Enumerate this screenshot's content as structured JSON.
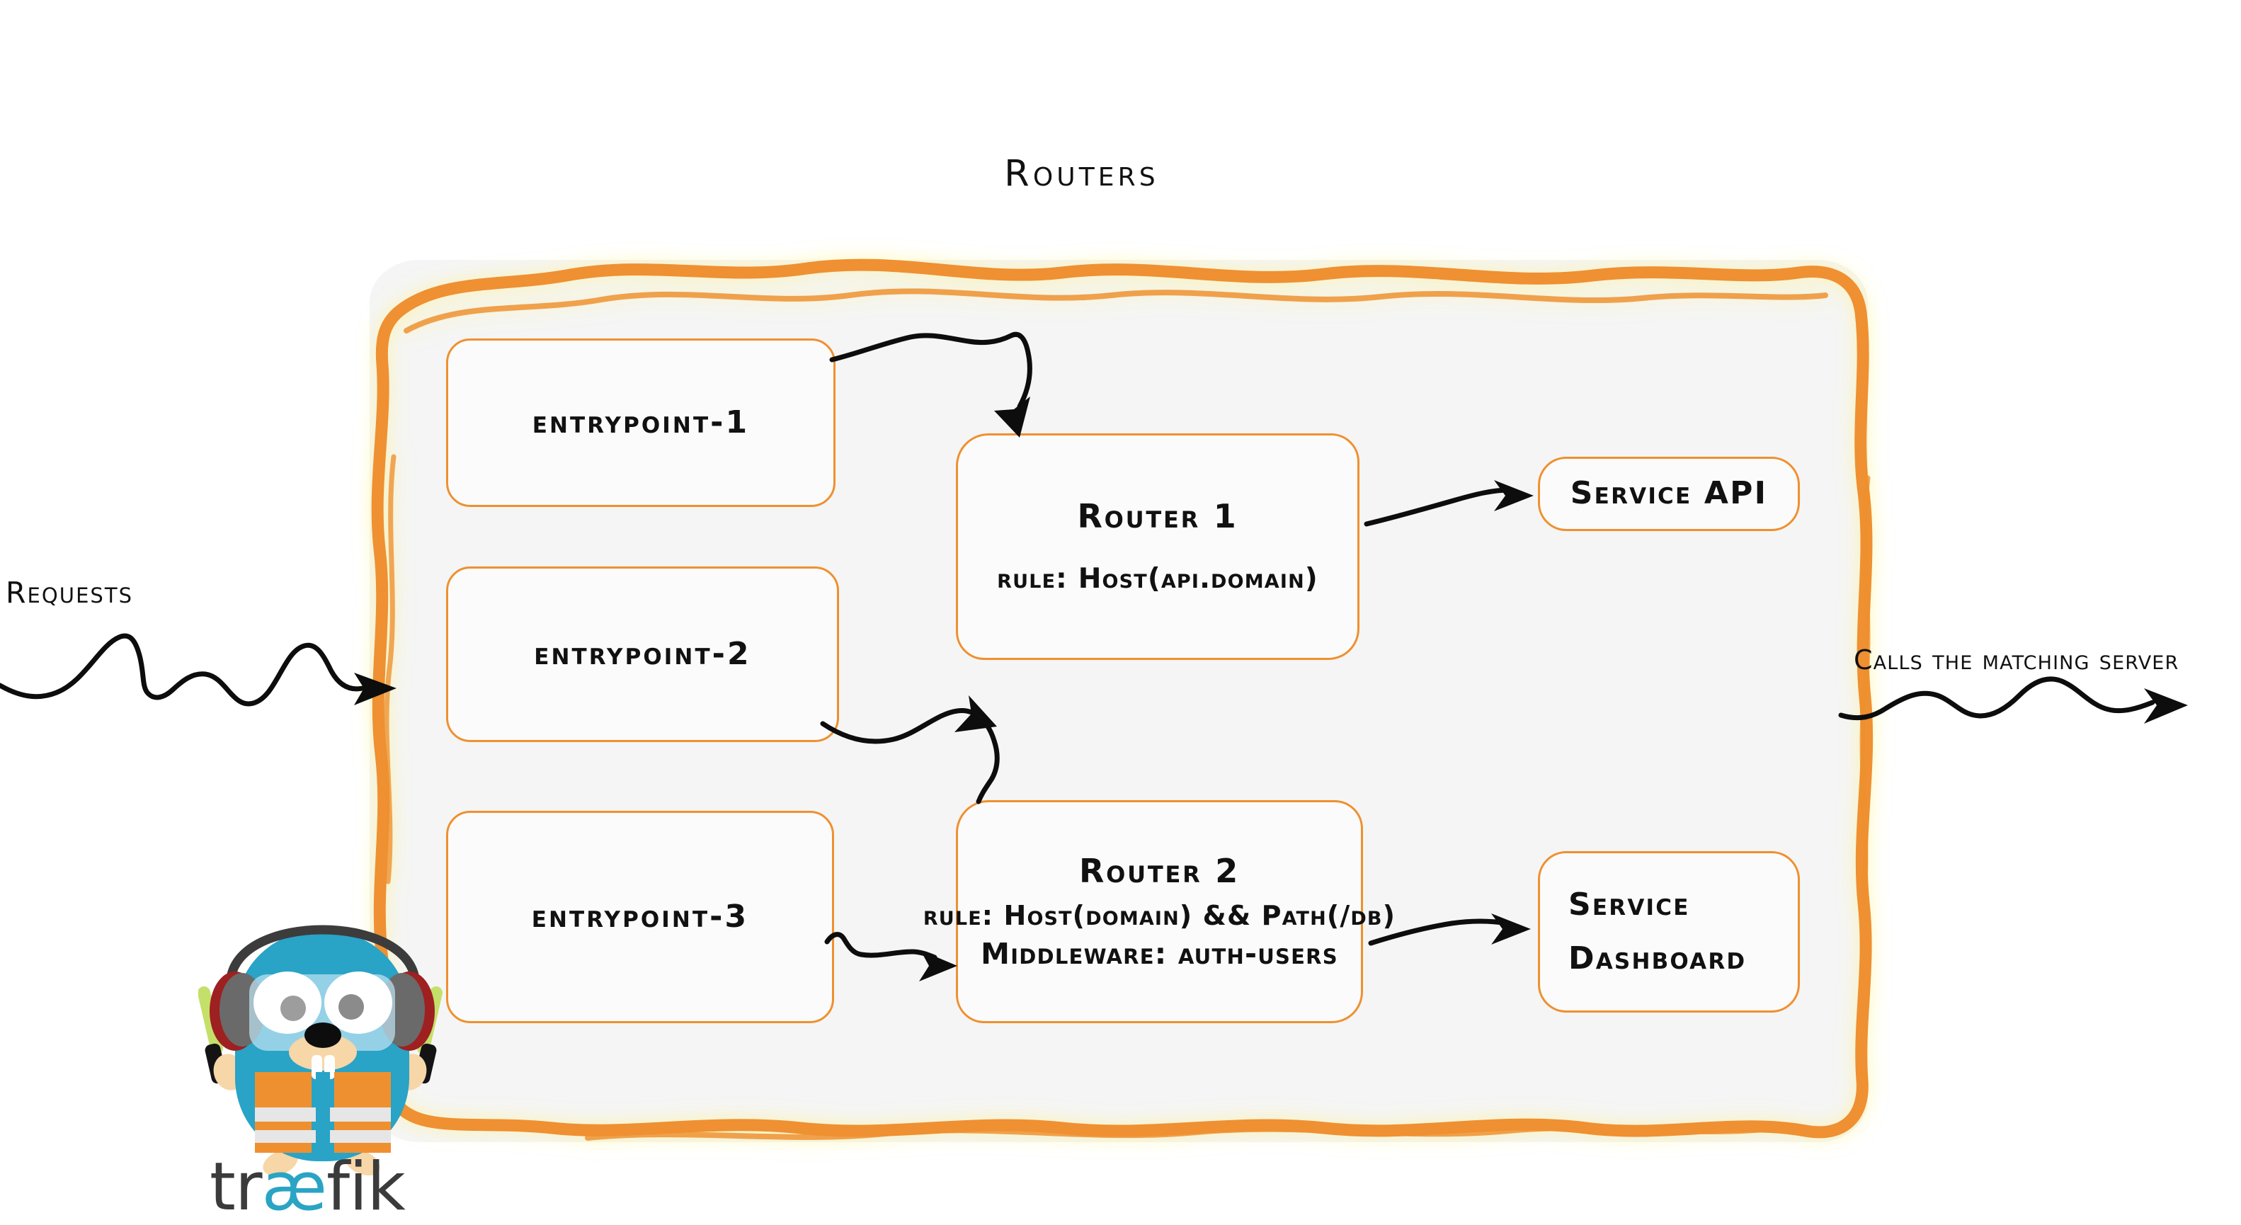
{
  "diagram": {
    "title": "Routers",
    "container_label": "routers-group",
    "colors": {
      "accent_orange": "#ef9030",
      "container_fill": "#f5f5f5",
      "box_fill": "#fbfbfb",
      "ink": "#111111",
      "traefik_blue": "#2aa4c4",
      "traefik_dark": "#3b3b3b"
    }
  },
  "entrypoints": [
    {
      "label": "entrypoint-1"
    },
    {
      "label": "entrypoint-2"
    },
    {
      "label": "entrypoint-3"
    }
  ],
  "routers": [
    {
      "title": "Router 1",
      "rule": "rule: Host(api.domain)"
    },
    {
      "title": "Router 2",
      "rule": "rule: Host(domain) && Path(/db)",
      "middleware": "Middleware: auth-users"
    }
  ],
  "services": [
    {
      "line1": "Service API"
    },
    {
      "line1": "Service",
      "line2": "Dashboard"
    }
  ],
  "captions": {
    "requests": "Requests",
    "calls": "Calls the matching server"
  },
  "logo": {
    "wordmark_prefix": "tr",
    "wordmark_ae": "æ",
    "wordmark_suffix": "fik",
    "alt": "traefik-gopher-mascot"
  }
}
